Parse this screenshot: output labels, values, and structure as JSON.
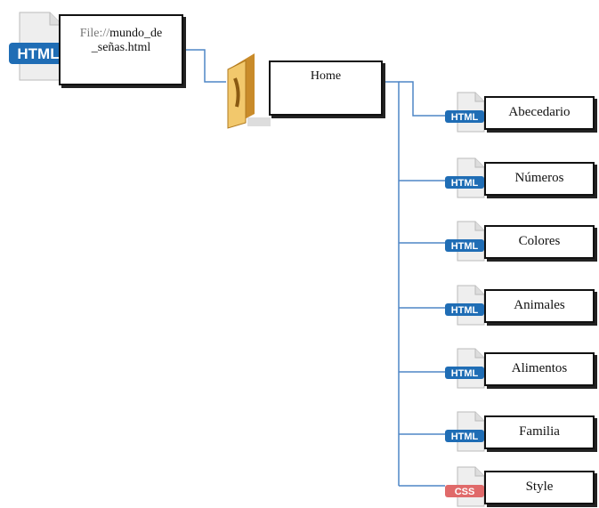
{
  "root": {
    "icon_text": "HTML",
    "proto": "File://",
    "name_line1": "mundo_de",
    "name_line2": "_señas.html"
  },
  "home": {
    "label": "Home"
  },
  "children": [
    {
      "label": "Abecedario",
      "icon": "HTML"
    },
    {
      "label": "Números",
      "icon": "HTML"
    },
    {
      "label": "Colores",
      "icon": "HTML"
    },
    {
      "label": "Animales",
      "icon": "HTML"
    },
    {
      "label": "Alimentos",
      "icon": "HTML"
    },
    {
      "label": "Familia",
      "icon": "HTML"
    },
    {
      "label": "Style",
      "icon": "CSS"
    }
  ],
  "colors": {
    "connector": "#4f86c6",
    "html_badge": "#1f6db5",
    "css_badge": "#e06a6a",
    "folder": "#e9b85a"
  }
}
